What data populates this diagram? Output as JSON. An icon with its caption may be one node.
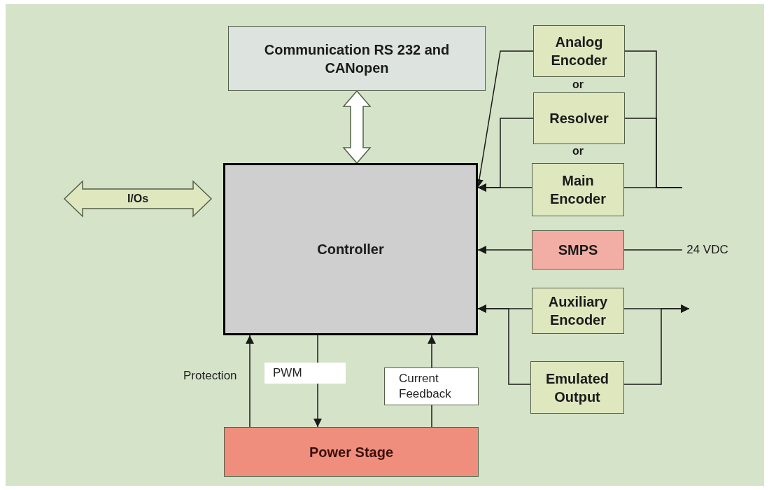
{
  "diagram": {
    "nodes": [
      {
        "text": [
          "Communication RS 232 and CANopen"
        ]
      },
      {
        "text": [
          "Analog Encoder"
        ]
      },
      {
        "text": [
          "Resolver"
        ]
      },
      {
        "text": [
          "Main Encoder"
        ]
      },
      {
        "text": [
          "Controller"
        ]
      },
      {
        "text": [
          "I/Os"
        ]
      },
      {
        "text": [
          "SMPS"
        ]
      },
      {
        "text": [
          "Auxiliary Encoder"
        ]
      },
      {
        "text": [
          "Emulated Output"
        ]
      },
      {
        "text": [
          "Power Stage"
        ]
      },
      {
        "text": [
          "24 VDC"
        ]
      }
    ],
    "edges": [
      {
        "from": 0,
        "to": 4,
        "arrow": "both",
        "style": "thick"
      },
      {
        "from": 1,
        "to": 4,
        "arrow": "to"
      },
      {
        "from": 2,
        "to": 4,
        "arrow": "to"
      },
      {
        "from": 3,
        "to": 4,
        "arrow": "to"
      },
      {
        "from": null,
        "to": 1,
        "arrow": "none"
      },
      {
        "from": null,
        "to": 2,
        "arrow": "none"
      },
      {
        "from": null,
        "to": 3,
        "arrow": "none"
      },
      {
        "from": 10,
        "to": 6,
        "arrow": "none"
      },
      {
        "from": 6,
        "to": 4,
        "arrow": "to"
      },
      {
        "from": 7,
        "to": 4,
        "arrow": "to"
      },
      {
        "from": 8,
        "to": 4,
        "arrow": "to"
      },
      {
        "from": 7,
        "to": null,
        "arrow": "to"
      },
      {
        "from": 8,
        "to": null,
        "arrow": "to"
      },
      {
        "from": 9,
        "to": 4,
        "arrow": "to",
        "label": "Protection"
      },
      {
        "from": 4,
        "to": 9,
        "arrow": "to",
        "label": "PWM"
      },
      {
        "from": 9,
        "to": 4,
        "arrow": "to",
        "label": "Current Feedback"
      }
    ],
    "labels": [
      "or",
      "or"
    ]
  }
}
